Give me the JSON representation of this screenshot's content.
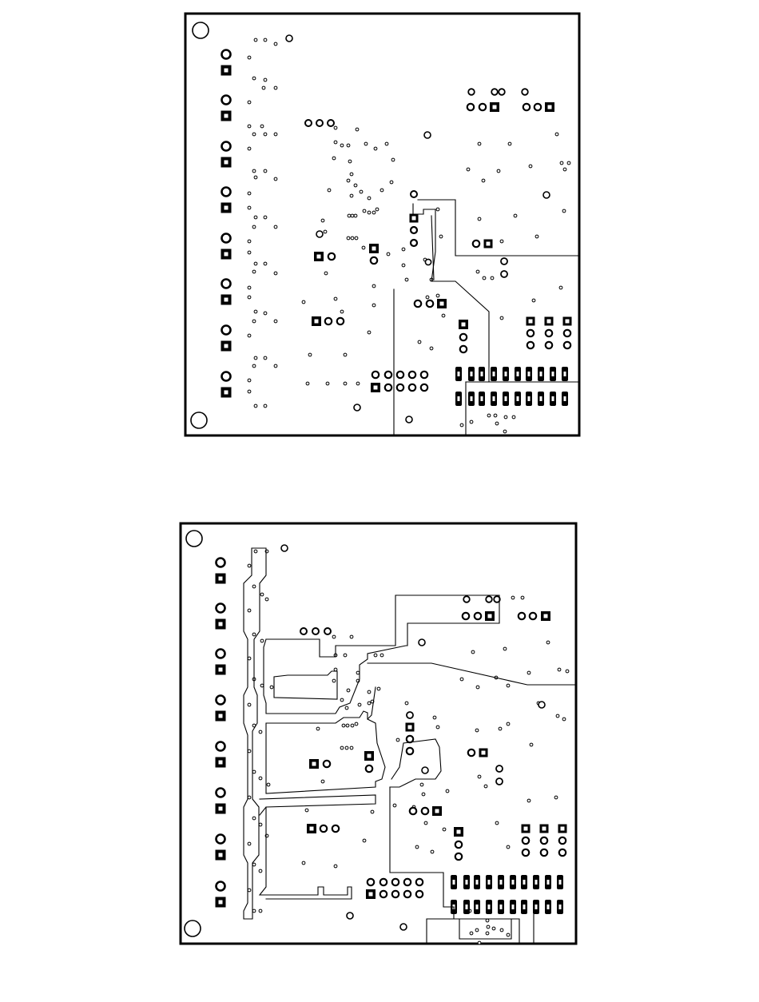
{
  "figure": {
    "panels": [
      {
        "id": "top-layer",
        "board_outline": true
      },
      {
        "id": "bottom-layer",
        "board_outline": true
      }
    ],
    "colors": {
      "ink": "#000000",
      "paper": "#ffffff"
    },
    "marks": {
      "mounting_hole": "large-circle",
      "round_pad": "ring",
      "square_pad": "filled-square",
      "via": "small-ring",
      "smd_pad": "filled-rounded-rect",
      "trace": "polyline"
    }
  }
}
